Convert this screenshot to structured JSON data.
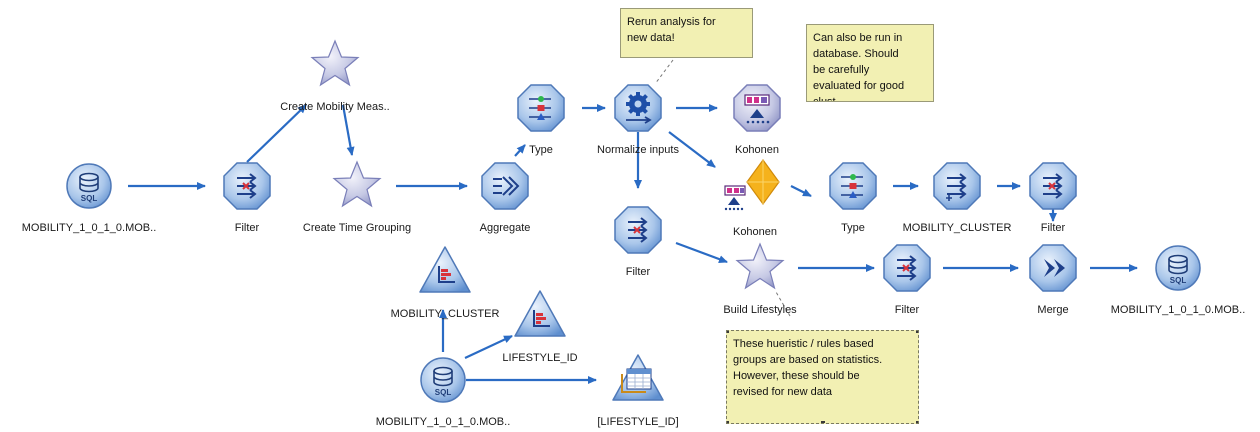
{
  "colors": {
    "link": "#2a6bc4",
    "node_blue": "#4d86cf",
    "comment_bg": "#f2f0b3"
  },
  "nodes": {
    "sql_source_1": {
      "label": "MOBILITY_1_0_1_0.MOB..",
      "icon": "sql-database-icon"
    },
    "filter_1": {
      "label": "Filter",
      "icon": "filter-icon"
    },
    "create_mobility": {
      "label": "Create Mobility Meas..",
      "icon": "star-derive-icon"
    },
    "create_time": {
      "label": "Create Time Grouping",
      "icon": "star-derive-icon"
    },
    "aggregate": {
      "label": "Aggregate",
      "icon": "aggregate-icon"
    },
    "type_1": {
      "label": "Type",
      "icon": "type-icon"
    },
    "normalize": {
      "label": "Normalize inputs",
      "icon": "gear-icon"
    },
    "kohonen_1": {
      "label": "Kohonen",
      "icon": "kohonen-icon"
    },
    "kohonen_2": {
      "label": "Kohonen",
      "icon": "kohonen-nugget-icon"
    },
    "type_2": {
      "label": "Type",
      "icon": "type-icon"
    },
    "mobility_cluster_1": {
      "label": "MOBILITY_CLUSTER",
      "icon": "filler-icon"
    },
    "filter_2": {
      "label": "Filter",
      "icon": "filter-icon"
    },
    "filter_3": {
      "label": "Filter",
      "icon": "filter-icon"
    },
    "build_lifestyles": {
      "label": "Build Lifestyles",
      "icon": "star-derive-icon"
    },
    "filter_4": {
      "label": "Filter",
      "icon": "filter-icon"
    },
    "merge": {
      "label": "Merge",
      "icon": "merge-icon"
    },
    "sql_target": {
      "label": "MOBILITY_1_0_1_0.MOB..",
      "icon": "sql-database-icon"
    },
    "mobility_cluster_2": {
      "label": "MOBILITY_CLUSTER",
      "icon": "histogram-icon"
    },
    "lifestyle_id": {
      "label": "LIFESTYLE_ID",
      "icon": "histogram-icon"
    },
    "sql_source_2": {
      "label": "MOBILITY_1_0_1_0.MOB..",
      "icon": "sql-database-icon"
    },
    "lifestyle_id_table": {
      "label": "[LIFESTYLE_ID]",
      "icon": "table-output-icon"
    }
  },
  "comments": {
    "rerun": "Rerun analysis for\nnew data!",
    "in_database": "Can also be run in\ndatabase. Should\nbe carefully\nevaluated for good\nclust",
    "heuristic": "These hueristic / rules based\ngroups are based on statistics.\nHowever, these should be\nrevised for new data"
  },
  "sql_icon_text": "SQL"
}
